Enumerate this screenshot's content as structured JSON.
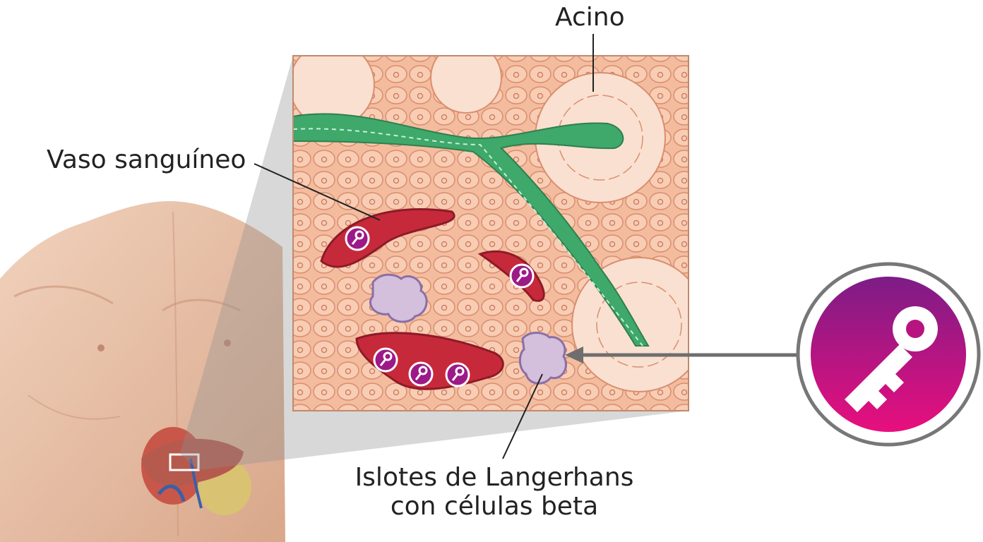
{
  "labels": {
    "acino": "Acino",
    "vaso_sanguineo": "Vaso sanguíneo",
    "islotes_line1": "Islotes de Langerhans",
    "islotes_line2": "con células beta"
  },
  "icons": {
    "key_badge": "key-icon"
  },
  "colors": {
    "duct_green": "#3fa86b",
    "vessel_red": "#c62a3a",
    "tissue_peach": "#f6c3a8",
    "islet_purple": "#b7a0c8",
    "badge_gradient_top": "#8e1a84",
    "badge_gradient_bottom": "#e5117f",
    "badge_ring": "#777777"
  }
}
